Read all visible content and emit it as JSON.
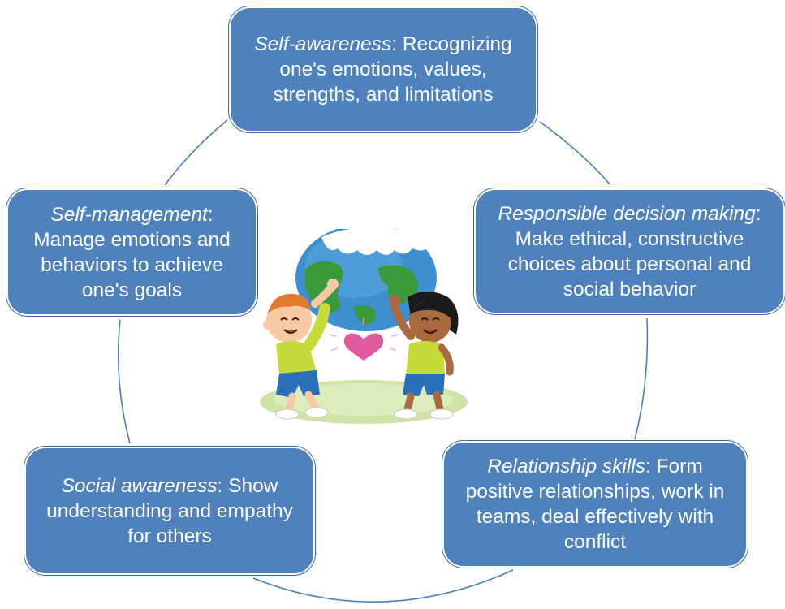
{
  "components": [
    {
      "term": "Self-awareness",
      "sep": ":",
      "description": "Recognizing one's emotions, values, strengths, and limitations"
    },
    {
      "term": "Responsible decision making",
      "sep": ":",
      "description": "Make ethical, constructive choices about personal and social behavior"
    },
    {
      "term": "Relationship skills",
      "sep": ":",
      "description": "Form positive relationships, work in teams, deal effectively with conflict"
    },
    {
      "term": "Social awareness",
      "sep": ":",
      "description": "Show understanding and empathy for others"
    },
    {
      "term": "Self-management",
      "sep": ":",
      "description": "Manage emotions and behaviors to achieve one's goals"
    }
  ],
  "colors": {
    "box_fill": "#4f81bd",
    "ring_stroke": "#4a7ebb",
    "box_text": "#ffffff"
  },
  "illustration": {
    "icons": [
      "globe-icon",
      "heart-icon",
      "boy-figure",
      "girl-figure",
      "grass-patch"
    ]
  }
}
